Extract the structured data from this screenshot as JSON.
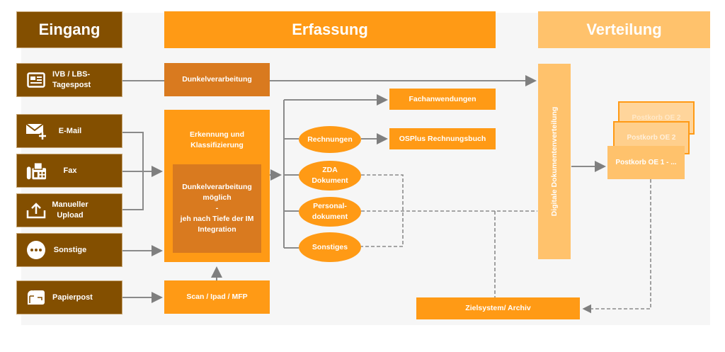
{
  "headers": {
    "eingang": "Eingang",
    "erfassung": "Erfassung",
    "verteilung": "Verteilung"
  },
  "inputs": [
    {
      "label": "IVB / LBS-\nTagespost",
      "icon": "newspaper-icon"
    },
    {
      "label": "E-Mail",
      "icon": "mail-plus-icon"
    },
    {
      "label": "Fax",
      "icon": "fax-icon"
    },
    {
      "label": "Manueller\nUpload",
      "icon": "upload-icon"
    },
    {
      "label": "Sonstige",
      "icon": "more-icon"
    },
    {
      "label": "Papierpost",
      "icon": "mailbox-icon"
    }
  ],
  "capture": {
    "dark_processing": "Dunkelverarbeitung",
    "recognition_title": "Erkennung und\nKlassifizierung",
    "recognition_detail": "Dunkelverarbeitung\nmöglich\n-\njeh nach Tiefe der IM\nIntegration",
    "scan": "Scan / Ipad / MFP"
  },
  "categories": [
    {
      "label": "Rechnungen"
    },
    {
      "label": "ZDA\nDokument"
    },
    {
      "label": "Personal-\ndokument"
    },
    {
      "label": "Sonstiges"
    }
  ],
  "targets": {
    "fachanwendungen": "Fachanwendungen",
    "rechnungsbuch": "OSPlus Rechnungsbuch",
    "archiv": "Zielsystem/ Archiv"
  },
  "distribution": {
    "vertical_label": "Digitale Dokumentenverteilung",
    "postkorb": [
      "Postkorb OE 2",
      "Postkorb OE 2",
      "Postkorb OE 1 - ..."
    ]
  },
  "colors": {
    "brown": "#834f00",
    "orange": "#ff9a15",
    "dark_orange": "#d97a1f",
    "light_orange": "#ffc26c",
    "connector": "#7f7f7f"
  }
}
